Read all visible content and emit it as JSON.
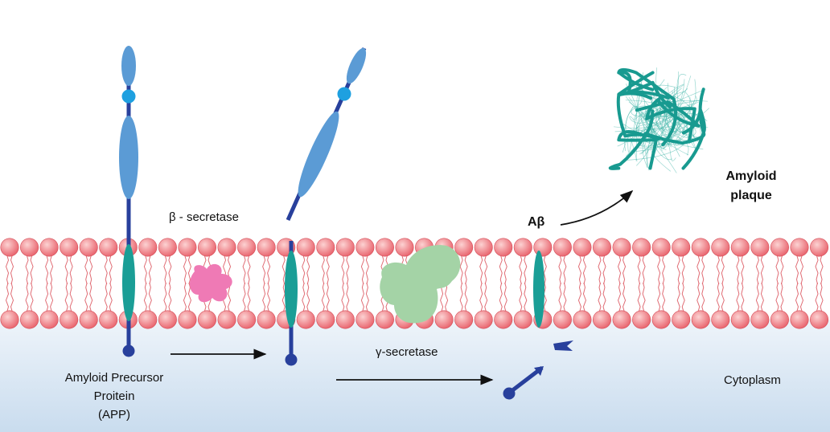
{
  "labels": {
    "beta_secretase": "β - secretase",
    "gamma_secretase": "γ-secretase",
    "abeta": "Aβ",
    "plaque_line1": "Amyloid",
    "plaque_line2": "plaque",
    "cytoplasm": "Cytoplasm",
    "app_line1": "Amyloid Precursor",
    "app_line2": "Proitein",
    "app_line3": "(APP)"
  },
  "colors": {
    "lipid_head": "#e8606a",
    "lipid_head_highlight": "#fcd2d2",
    "lipid_tail": "#e06c74",
    "app_backbone": "#28409c",
    "app_domain": "#5b9bd5",
    "app_hinge": "#1ea0e0",
    "transmembrane": "#1a9e96",
    "beta_secretase": "#ef7ab5",
    "gamma_secretase": "#a4d3a6",
    "plaque": "#189a90",
    "cytoplasm_top": "#eef4fa",
    "cytoplasm_bottom": "#c9dcee"
  }
}
